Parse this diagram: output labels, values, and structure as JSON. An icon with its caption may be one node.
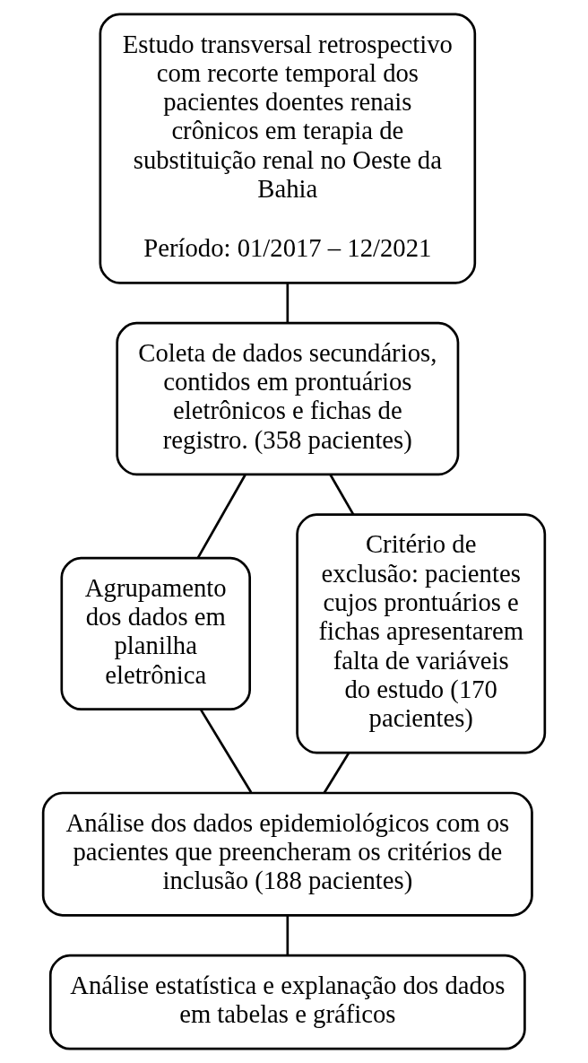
{
  "diagram": {
    "nodes": [
      {
        "text": [
          "Estudo transversal retrospectivo com recorte temporal dos pacientes doentes renais crônicos em terapia de substituição renal no Oeste da Bahia",
          "Período: 01/2017 – 12/2021"
        ]
      },
      {
        "text": [
          "Coleta de dados secundários, contidos em prontuários eletrônicos e fichas de registro. (358 pacientes)"
        ]
      },
      {
        "text": [
          "Agrupamento dos dados em planilha eletrônica"
        ]
      },
      {
        "text": [
          "Critério de exclusão: pacientes cujos prontuários e fichas apresentarem falta de variáveis do estudo (170 pacientes)"
        ]
      },
      {
        "text": [
          "Análise dos dados epidemiológicos com os pacientes que preencheram os critérios de inclusão (188 pacientes)"
        ]
      },
      {
        "text": [
          "Análise estatística e explanação dos dados em tabelas e gráficos"
        ]
      }
    ],
    "edges": [
      {
        "from": 0,
        "to": 1,
        "arrow": "none"
      },
      {
        "from": 1,
        "to": 2,
        "arrow": "none"
      },
      {
        "from": 1,
        "to": 3,
        "arrow": "none"
      },
      {
        "from": 2,
        "to": 4,
        "arrow": "none"
      },
      {
        "from": 3,
        "to": 4,
        "arrow": "none"
      },
      {
        "from": 4,
        "to": 5,
        "arrow": "none"
      }
    ]
  }
}
